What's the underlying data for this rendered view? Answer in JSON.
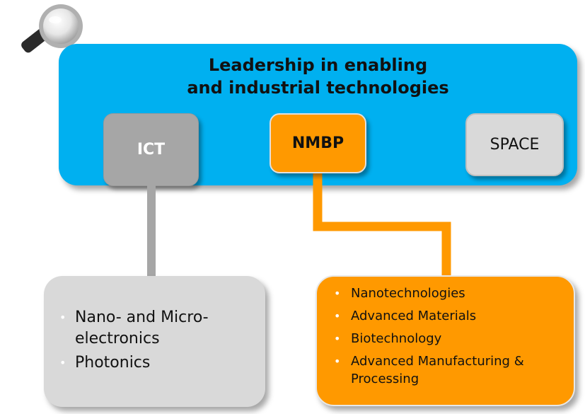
{
  "panel": {
    "title_line1": "Leadership in enabling",
    "title_line2": "and industrial technologies",
    "color": "#00b0f0"
  },
  "boxes": {
    "ict": {
      "label": "ICT",
      "color": "#a6a6a6"
    },
    "nmbp": {
      "label": "NMBP",
      "color": "#ff9900"
    },
    "space": {
      "label": "SPACE",
      "color": "#d9d9d9"
    }
  },
  "ict_items": [
    "Nano- and Micro-electronics",
    "Photonics"
  ],
  "nmbp_items": [
    "Nanotechnologies",
    "Advanced Materials",
    "Biotechnology",
    "Advanced Manufacturing & Processing"
  ],
  "icons": {
    "magnifier": "magnifier-icon"
  }
}
